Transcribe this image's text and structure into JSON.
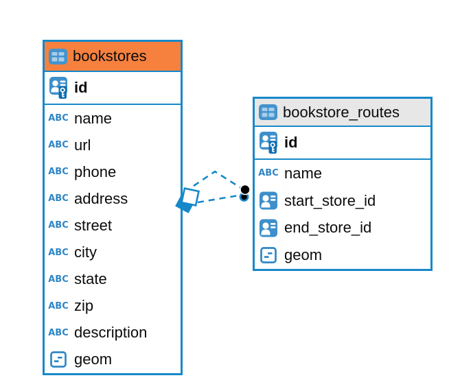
{
  "canvas": {
    "background": "#FFFFFF"
  },
  "colors": {
    "canvas_bg": "#FFFFFF",
    "table_border": "#1688C9",
    "connector": "#1688C9",
    "text": "#0B0B0B",
    "icon_blue": "#3E8FCB",
    "icon_blue_dark": "#0E6DB2",
    "icon_cell_blue": "#A8CDEA",
    "bookstores_header": "#F6813F",
    "bookstore_routes_header": "#E7E7E7"
  },
  "tables": [
    {
      "name": "bookstores",
      "header_color": "#F6813F",
      "header_icon": "table-grid-icon",
      "columns": [
        {
          "name": "id",
          "icon": "primary-key"
        },
        {
          "name": "name",
          "icon": "text"
        },
        {
          "name": "url",
          "icon": "text"
        },
        {
          "name": "phone",
          "icon": "text"
        },
        {
          "name": "address",
          "icon": "text"
        },
        {
          "name": "street",
          "icon": "text"
        },
        {
          "name": "city",
          "icon": "text"
        },
        {
          "name": "state",
          "icon": "text"
        },
        {
          "name": "zip",
          "icon": "text"
        },
        {
          "name": "description",
          "icon": "text"
        },
        {
          "name": "geom",
          "icon": "geometry"
        }
      ]
    },
    {
      "name": "bookstore_routes",
      "header_color": "#E7E7E7",
      "header_icon": "table-grid-icon",
      "columns": [
        {
          "name": "id",
          "icon": "primary-key"
        },
        {
          "name": "name",
          "icon": "text"
        },
        {
          "name": "start_store_id",
          "icon": "reference"
        },
        {
          "name": "end_store_id",
          "icon": "reference"
        },
        {
          "name": "geom",
          "icon": "geometry"
        }
      ]
    }
  ],
  "relationships": [
    {
      "from": "bookstores",
      "to": "bookstore_routes",
      "line_style": "dashed"
    },
    {
      "from": "bookstores",
      "to": "bookstore_routes",
      "line_style": "dashed"
    }
  ],
  "icon_text_glyph": "ABC"
}
